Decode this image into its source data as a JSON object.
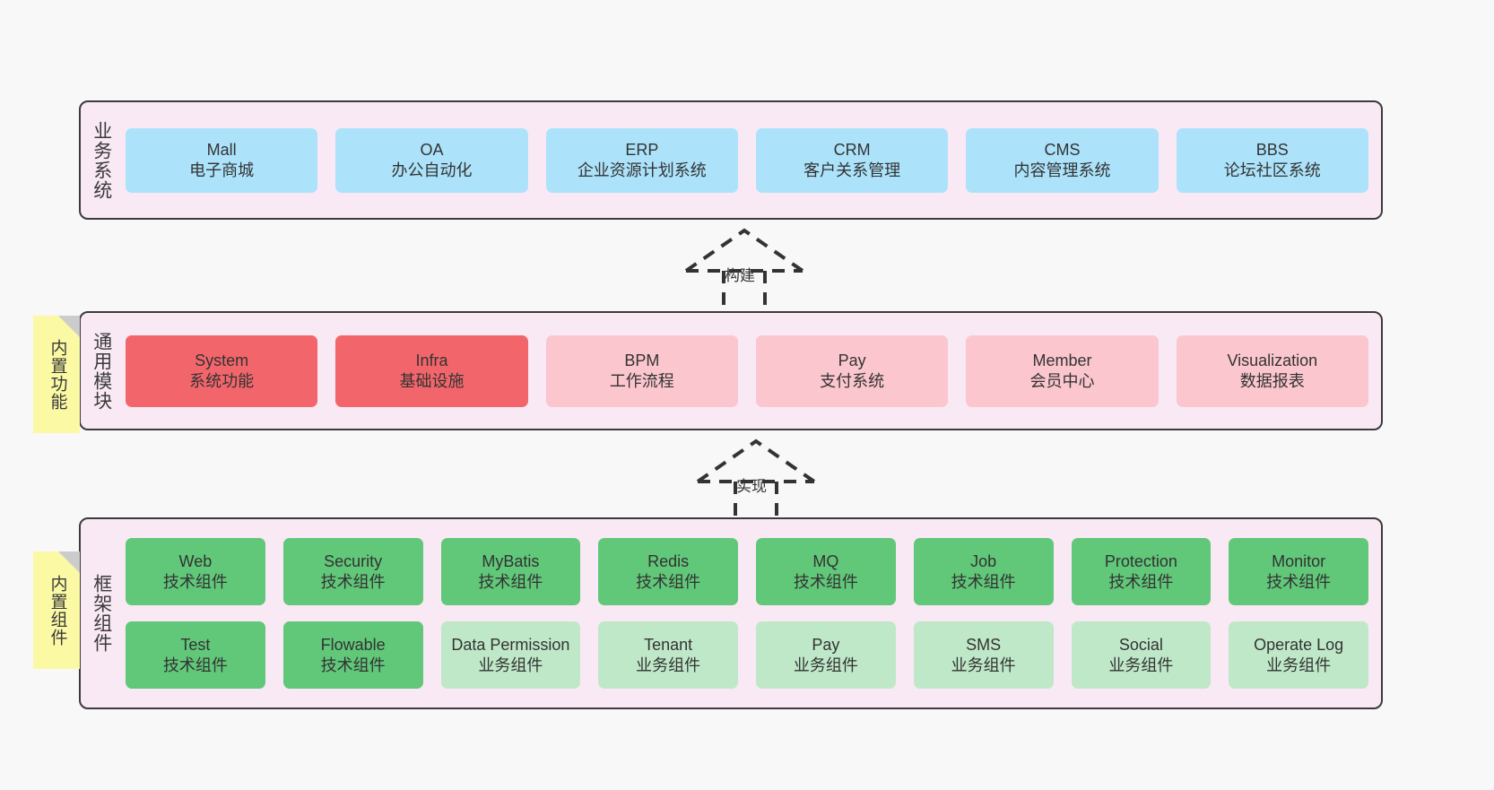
{
  "diagram": {
    "background_color": "#f8f8f8",
    "panel_color": "#f9e9f4",
    "panel_border_color": "#3b3b3b"
  },
  "notes": [
    {
      "label": "内置功能",
      "color": "#fbf9a3"
    },
    {
      "label": "内置组件",
      "color": "#fbf9a3"
    }
  ],
  "connectors": [
    {
      "label": "构建",
      "style": "dashed-generalization-up"
    },
    {
      "label": "实现",
      "style": "dashed-generalization-up"
    }
  ],
  "layers": [
    {
      "id": "business",
      "title": "业务系统",
      "card_color": "#ace3fb",
      "rows": [
        [
          {
            "en": "Mall",
            "cn": "电子商城",
            "color": "#ace3fb"
          },
          {
            "en": "OA",
            "cn": "办公自动化",
            "color": "#ace3fb"
          },
          {
            "en": "ERP",
            "cn": "企业资源计划系统",
            "color": "#ace3fb"
          },
          {
            "en": "CRM",
            "cn": "客户关系管理",
            "color": "#ace3fb"
          },
          {
            "en": "CMS",
            "cn": "内容管理系统",
            "color": "#ace3fb"
          },
          {
            "en": "BBS",
            "cn": "论坛社区系统",
            "color": "#ace3fb"
          }
        ]
      ]
    },
    {
      "id": "modules",
      "title": "通用模块",
      "rows": [
        [
          {
            "en": "System",
            "cn": "系统功能",
            "color": "#f2666b"
          },
          {
            "en": "Infra",
            "cn": "基础设施",
            "color": "#f2666b"
          },
          {
            "en": "BPM",
            "cn": "工作流程",
            "color": "#fbc6ce"
          },
          {
            "en": "Pay",
            "cn": "支付系统",
            "color": "#fbc6ce"
          },
          {
            "en": "Member",
            "cn": "会员中心",
            "color": "#fbc6ce"
          },
          {
            "en": "Visualization",
            "cn": "数据报表",
            "color": "#fbc6ce"
          }
        ]
      ]
    },
    {
      "id": "frame",
      "title": "框架组件",
      "rows": [
        [
          {
            "en": "Web",
            "cn": "技术组件",
            "color": "#61c779"
          },
          {
            "en": "Security",
            "cn": "技术组件",
            "color": "#61c779"
          },
          {
            "en": "MyBatis",
            "cn": "技术组件",
            "color": "#61c779"
          },
          {
            "en": "Redis",
            "cn": "技术组件",
            "color": "#61c779"
          },
          {
            "en": "MQ",
            "cn": "技术组件",
            "color": "#61c779"
          },
          {
            "en": "Job",
            "cn": "技术组件",
            "color": "#61c779"
          },
          {
            "en": "Protection",
            "cn": "技术组件",
            "color": "#61c779"
          },
          {
            "en": "Monitor",
            "cn": "技术组件",
            "color": "#61c779"
          }
        ],
        [
          {
            "en": "Test",
            "cn": "技术组件",
            "color": "#61c779"
          },
          {
            "en": "Flowable",
            "cn": "技术组件",
            "color": "#61c779"
          },
          {
            "en": "Data Permission",
            "cn": "业务组件",
            "color": "#bfe8c8"
          },
          {
            "en": "Tenant",
            "cn": "业务组件",
            "color": "#bfe8c8"
          },
          {
            "en": "Pay",
            "cn": "业务组件",
            "color": "#bfe8c8"
          },
          {
            "en": "SMS",
            "cn": "业务组件",
            "color": "#bfe8c8"
          },
          {
            "en": "Social",
            "cn": "业务组件",
            "color": "#bfe8c8"
          },
          {
            "en": "Operate Log",
            "cn": "业务组件",
            "color": "#bfe8c8"
          }
        ]
      ]
    }
  ]
}
